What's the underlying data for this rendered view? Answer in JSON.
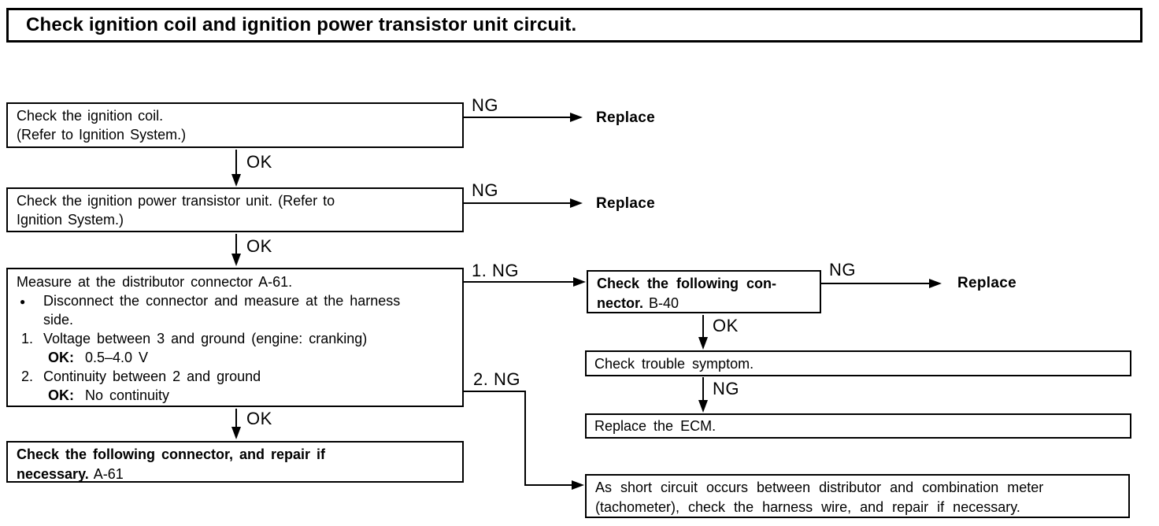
{
  "page": {
    "title": "Check ignition coil and ignition power transistor unit circuit."
  },
  "labels": {
    "ok": "OK",
    "ng": "NG",
    "ng_1": "1. NG",
    "ng_2": "2. NG",
    "replace": "Replace"
  },
  "flowchart": {
    "check_coil": {
      "text": "Check the ignition coil.\n(Refer to Ignition System.)"
    },
    "check_transistor": {
      "text": "Check the ignition power transistor unit. (Refer to\nIgnition System.)"
    },
    "measure_box": {
      "title": "Measure at the distributor connector A-61.",
      "bullet_marker": "●",
      "bullet_text": "Disconnect the connector and measure at the harness\nside.",
      "item1_num": "1.",
      "item1_text": "Voltage between 3 and ground (engine: cranking)",
      "item1_ok_label": "OK:",
      "item1_ok_value": "0.5–4.0 V",
      "item2_num": "2.",
      "item2_text": "Continuity between 2 and ground",
      "item2_ok_label": "OK:",
      "item2_ok_value": "No continuity"
    },
    "repair_a61": {
      "bold_line1": "Check the following connector, and repair if",
      "bold_line2": "necessary.",
      "connector_id": "A-61"
    },
    "check_b40": {
      "bold_line1": "Check the following con-",
      "bold_line2": "nector.",
      "connector_id": "B-40"
    },
    "check_symptom": {
      "text": "Check trouble symptom."
    },
    "replace_ecm": {
      "text": "Replace the ECM."
    },
    "short_circuit": {
      "text": "As short circuit occurs between distributor and combination meter\n(tachometer), check the harness wire, and repair if necessary."
    }
  }
}
